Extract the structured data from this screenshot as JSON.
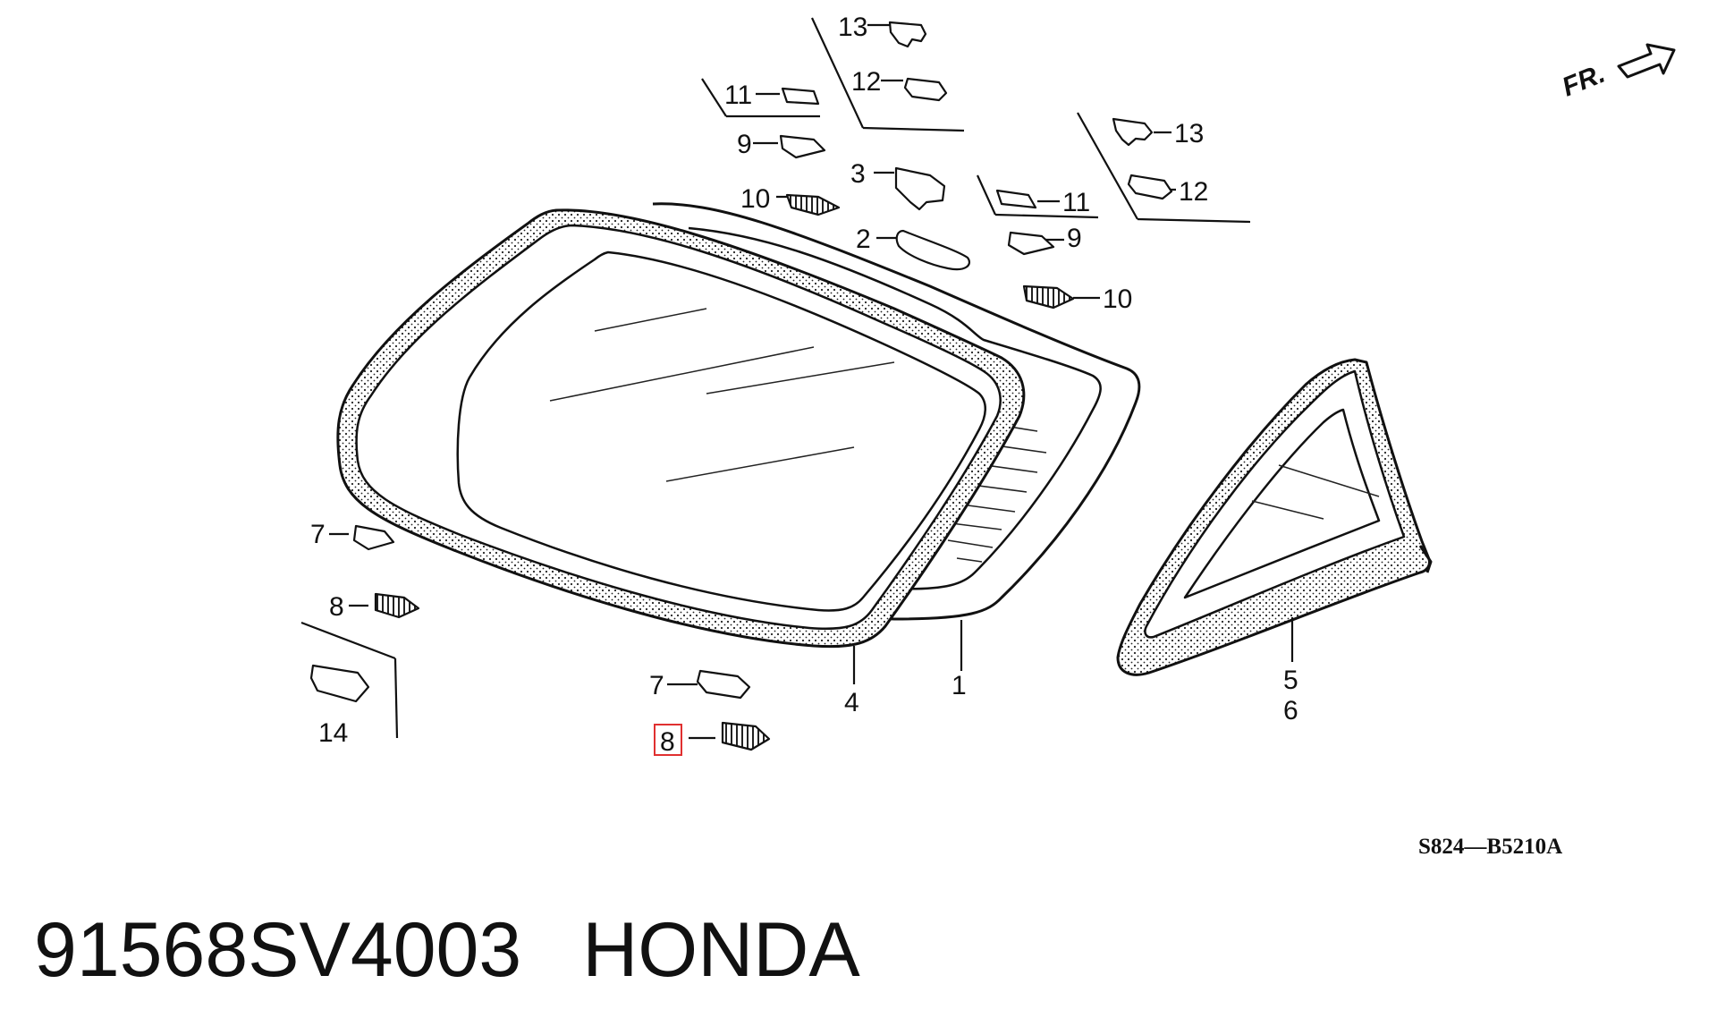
{
  "caption": {
    "part_number": "91568SV4003",
    "brand": "HONDA"
  },
  "diagram": {
    "code": "S824—B5210A",
    "direction_label": "FR.",
    "callouts": [
      {
        "id": "c13a",
        "label": "13"
      },
      {
        "id": "c12a",
        "label": "12"
      },
      {
        "id": "c11a",
        "label": "11"
      },
      {
        "id": "c9a",
        "label": "9"
      },
      {
        "id": "c3",
        "label": "3"
      },
      {
        "id": "c10a",
        "label": "10"
      },
      {
        "id": "c2",
        "label": "2"
      },
      {
        "id": "c13b",
        "label": "13"
      },
      {
        "id": "c12b",
        "label": "12"
      },
      {
        "id": "c11b",
        "label": "11"
      },
      {
        "id": "c9b",
        "label": "9"
      },
      {
        "id": "c10b",
        "label": "10"
      },
      {
        "id": "c7a",
        "label": "7"
      },
      {
        "id": "c8a",
        "label": "8"
      },
      {
        "id": "c14",
        "label": "14"
      },
      {
        "id": "c7b",
        "label": "7"
      },
      {
        "id": "c8b",
        "label": "8"
      },
      {
        "id": "c4",
        "label": "4"
      },
      {
        "id": "c1",
        "label": "1"
      },
      {
        "id": "c5",
        "label": "5"
      },
      {
        "id": "c6",
        "label": "6"
      }
    ],
    "highlight_color": "#e03030"
  }
}
